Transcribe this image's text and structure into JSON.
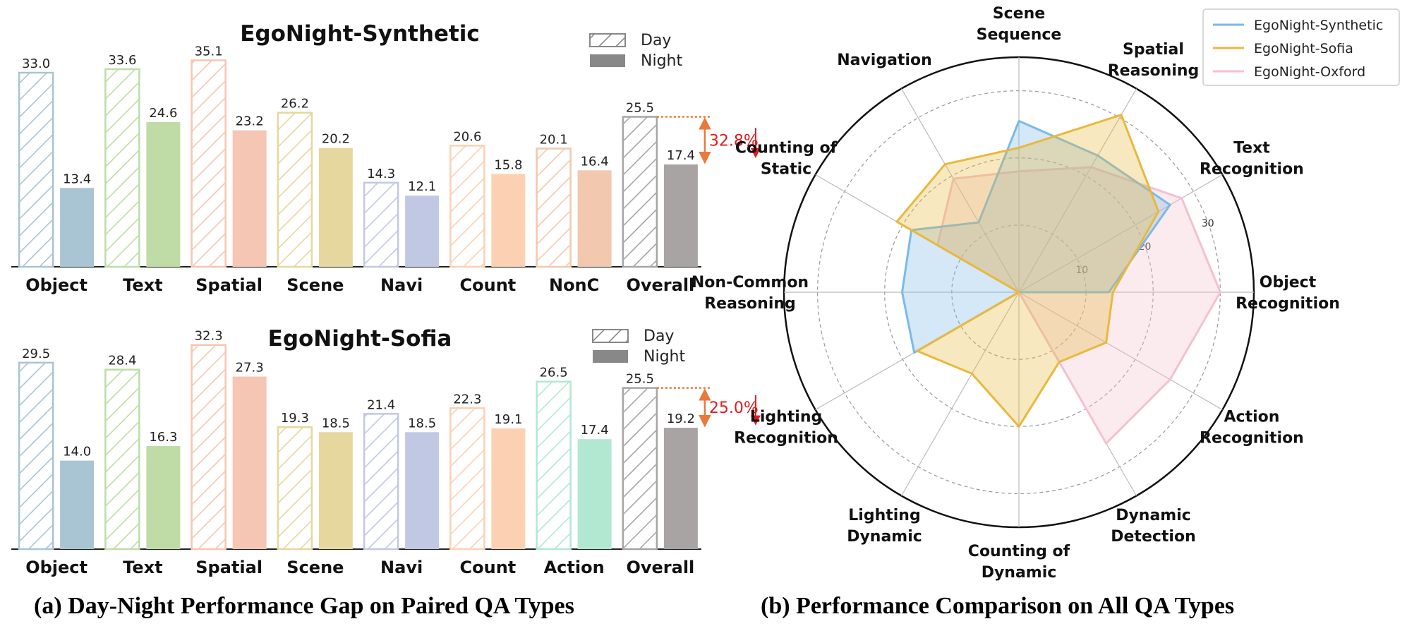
{
  "captions": {
    "a": "(a) Day-Night Performance Gap on Paired QA Types",
    "b": "(b) Performance Comparison on All QA Types"
  },
  "legend_bar": {
    "day": "Day",
    "night": "Night"
  },
  "colors": {
    "Object": "#a9c4d2",
    "Text": "#bfdca6",
    "Spatial": "#f5c6b3",
    "Scene": "#e6d79e",
    "Navi": "#c1c8e4",
    "Count": "#fcd0b3",
    "NonC": "#f2c8ae",
    "Action": "#b2e8d2",
    "Overall": "#a8a4a4",
    "gap_arrow": "#e87a3c",
    "drop_text": "#e31a1c",
    "synthetic": "#7cb9e8",
    "sofia": "#e8b93e",
    "oxford": "#f3c1cf"
  },
  "chart_data": [
    {
      "type": "bar",
      "title": "EgoNight-Synthetic",
      "categories": [
        "Object",
        "Text",
        "Spatial",
        "Scene",
        "Navi",
        "Count",
        "NonC",
        "Overall"
      ],
      "series": [
        {
          "name": "Day",
          "values": [
            33.0,
            33.6,
            35.1,
            26.2,
            14.3,
            20.6,
            20.1,
            25.5
          ]
        },
        {
          "name": "Night",
          "values": [
            13.4,
            24.6,
            23.2,
            20.2,
            12.1,
            15.8,
            16.4,
            17.4
          ]
        }
      ],
      "ylim": [
        0,
        36
      ],
      "gap_label": "32.8%",
      "legend": "top-right"
    },
    {
      "type": "bar",
      "title": "EgoNight-Sofia",
      "categories": [
        "Object",
        "Text",
        "Spatial",
        "Scene",
        "Navi",
        "Count",
        "Action",
        "Overall"
      ],
      "series": [
        {
          "name": "Day",
          "values": [
            29.5,
            28.4,
            32.3,
            19.3,
            21.4,
            22.3,
            26.5,
            25.5
          ]
        },
        {
          "name": "Night",
          "values": [
            14.0,
            16.3,
            27.3,
            18.5,
            18.5,
            19.1,
            17.4,
            19.2
          ]
        }
      ],
      "ylim": [
        0,
        33.5
      ],
      "gap_label": "25.0%",
      "legend": "top-right"
    },
    {
      "type": "radar",
      "axes": [
        [
          "Scene",
          "Sequence"
        ],
        [
          "Spatial",
          "Reasoning"
        ],
        [
          "Text",
          "Recognition"
        ],
        [
          "Object",
          "Recognition"
        ],
        [
          "Action",
          "Recognition"
        ],
        [
          "Dynamic",
          "Detection"
        ],
        [
          "Counting of",
          "Dynamic"
        ],
        [
          "Lighting",
          "Dynamic"
        ],
        [
          "Lighting",
          "Recognition"
        ],
        [
          "Non-Common",
          "Reasoning"
        ],
        [
          "Counting of",
          "Static"
        ],
        [
          "Navigation"
        ]
      ],
      "rlim": [
        0,
        35
      ],
      "rticks": [
        10,
        20,
        30
      ],
      "rtick_labels": [
        "10",
        "20",
        "30"
      ],
      "series": [
        {
          "name": "EgoNight-Synthetic",
          "values": [
            25.5,
            23.5,
            26.0,
            13.4,
            0,
            0,
            0,
            0,
            18.0,
            17.4,
            18.5,
            12.0
          ]
        },
        {
          "name": "EgoNight-Sofia",
          "values": [
            21.5,
            30.5,
            24.0,
            14.0,
            15.0,
            12.0,
            20.0,
            14.0,
            17.5,
            0,
            21.0,
            22.0
          ]
        },
        {
          "name": "EgoNight-Oxford",
          "values": [
            18.0,
            21.5,
            28.0,
            30.0,
            26.0,
            26.0,
            0,
            0,
            15.5,
            0,
            14.0,
            19.5
          ]
        }
      ],
      "legend": "top-right"
    }
  ]
}
